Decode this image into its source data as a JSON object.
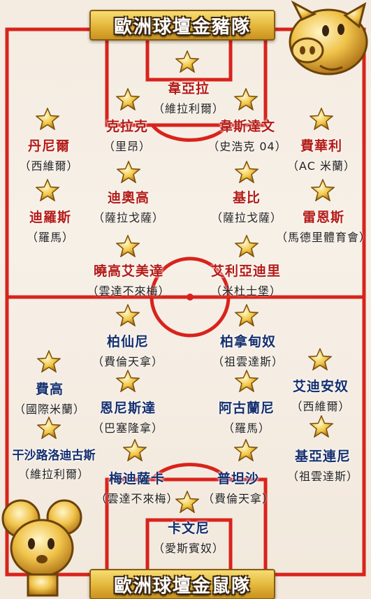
{
  "title_top": "歐洲球壇金豬隊",
  "title_bottom": "歐洲球壇金鼠隊",
  "colors": {
    "red_team": "#b31b16",
    "blue_team": "#152f6e",
    "lines": "#d8231c",
    "gold": "#e3b53a"
  },
  "pig_team": [
    {
      "name": "韋亞拉",
      "club": "維拉利爾"
    },
    {
      "name": "克拉克",
      "club": "里昂"
    },
    {
      "name": "韋斯達文",
      "club": "史浩克 04"
    },
    {
      "name": "丹尼爾",
      "club": "西維爾"
    },
    {
      "name": "費華利",
      "club": "AC 米蘭"
    },
    {
      "name": "迪奧高",
      "club": "薩拉戈薩"
    },
    {
      "name": "基比",
      "club": "薩拉戈薩"
    },
    {
      "name": "迪羅斯",
      "club": "羅馬"
    },
    {
      "name": "雷恩斯",
      "club": "馬德里體育會"
    },
    {
      "name": "曉高艾美達",
      "club": "雲達不來梅"
    },
    {
      "name": "艾利亞迪里",
      "club": "米杜士堡"
    }
  ],
  "rat_team": [
    {
      "name": "柏仙尼",
      "club": "費倫天拿"
    },
    {
      "name": "柏拿甸奴",
      "club": "祖雲達斯"
    },
    {
      "name": "費高",
      "club": "國際米蘭"
    },
    {
      "name": "恩尼斯達",
      "club": "巴塞隆拿"
    },
    {
      "name": "阿古蘭尼",
      "club": "羅馬"
    },
    {
      "name": "艾迪安奴",
      "club": "西維爾"
    },
    {
      "name": "干沙路洛迪古斯",
      "club": "維拉利爾"
    },
    {
      "name": "梅迪薩卡",
      "club": "雲達不來梅"
    },
    {
      "name": "普坦沙",
      "club": "費倫天拿"
    },
    {
      "name": "基亞連尼",
      "club": "祖雲達斯"
    },
    {
      "name": "卡文尼",
      "club": "愛斯賓奴"
    }
  ]
}
